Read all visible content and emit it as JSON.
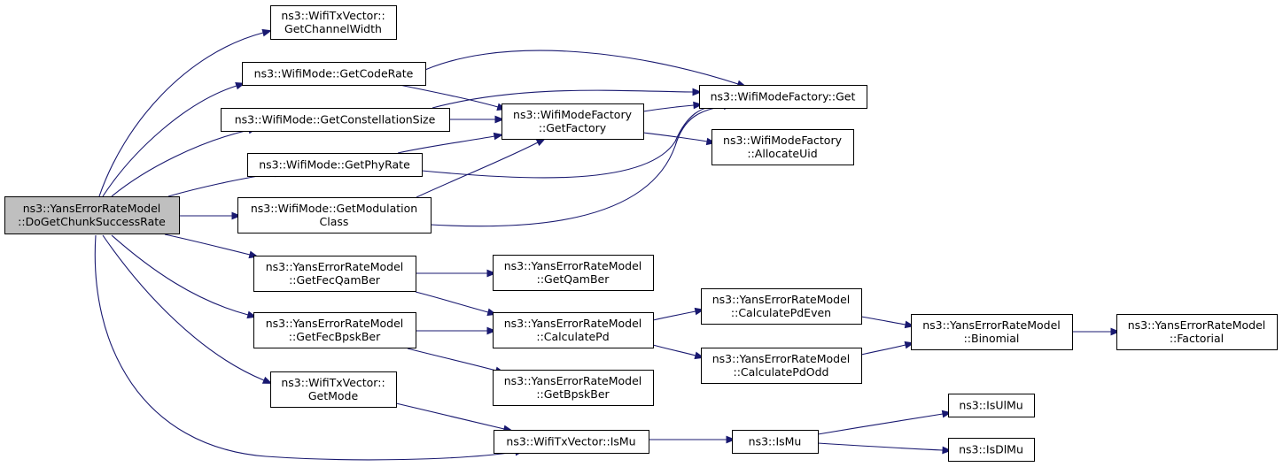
{
  "nodes": [
    {
      "id": "root",
      "lines": [
        "ns3::YansErrorRateModel",
        "::DoGetChunkSuccessRate"
      ],
      "root": true
    },
    {
      "id": "getChannelWidth",
      "lines": [
        "ns3::WifiTxVector::",
        "GetChannelWidth"
      ]
    },
    {
      "id": "getCodeRate",
      "lines": [
        "ns3::WifiMode::GetCodeRate"
      ]
    },
    {
      "id": "getConstellationSize",
      "lines": [
        "ns3::WifiMode::GetConstellationSize"
      ]
    },
    {
      "id": "getPhyRate",
      "lines": [
        "ns3::WifiMode::GetPhyRate"
      ]
    },
    {
      "id": "getModulationClass",
      "lines": [
        "ns3::WifiMode::GetModulation",
        "Class"
      ]
    },
    {
      "id": "getFecQamBer",
      "lines": [
        "ns3::YansErrorRateModel",
        "::GetFecQamBer"
      ]
    },
    {
      "id": "getFecBpskBer",
      "lines": [
        "ns3::YansErrorRateModel",
        "::GetFecBpskBer"
      ]
    },
    {
      "id": "getMode",
      "lines": [
        "ns3::WifiTxVector::",
        "GetMode"
      ]
    },
    {
      "id": "isMuTx",
      "lines": [
        "ns3::WifiTxVector::IsMu"
      ]
    },
    {
      "id": "getFactory",
      "lines": [
        "ns3::WifiModeFactory",
        "::GetFactory"
      ]
    },
    {
      "id": "factoryGet",
      "lines": [
        "ns3::WifiModeFactory::Get"
      ]
    },
    {
      "id": "allocateUid",
      "lines": [
        "ns3::WifiModeFactory",
        "::AllocateUid"
      ]
    },
    {
      "id": "getQamBer",
      "lines": [
        "ns3::YansErrorRateModel",
        "::GetQamBer"
      ]
    },
    {
      "id": "calculatePd",
      "lines": [
        "ns3::YansErrorRateModel",
        "::CalculatePd"
      ]
    },
    {
      "id": "getBpskBer",
      "lines": [
        "ns3::YansErrorRateModel",
        "::GetBpskBer"
      ]
    },
    {
      "id": "calculatePdEven",
      "lines": [
        "ns3::YansErrorRateModel",
        "::CalculatePdEven"
      ]
    },
    {
      "id": "calculatePdOdd",
      "lines": [
        "ns3::YansErrorRateModel",
        "::CalculatePdOdd"
      ]
    },
    {
      "id": "binomial",
      "lines": [
        "ns3::YansErrorRateModel",
        "::Binomial"
      ]
    },
    {
      "id": "factorial",
      "lines": [
        "ns3::YansErrorRateModel",
        "::Factorial"
      ]
    },
    {
      "id": "isMu",
      "lines": [
        "ns3::IsMu"
      ]
    },
    {
      "id": "isUlMu",
      "lines": [
        "ns3::IsUlMu"
      ]
    },
    {
      "id": "isDlMu",
      "lines": [
        "ns3::IsDlMu"
      ]
    }
  ],
  "edges": [
    {
      "from": "root",
      "to": "getChannelWidth"
    },
    {
      "from": "root",
      "to": "getCodeRate"
    },
    {
      "from": "root",
      "to": "getConstellationSize"
    },
    {
      "from": "root",
      "to": "getPhyRate"
    },
    {
      "from": "root",
      "to": "getModulationClass"
    },
    {
      "from": "root",
      "to": "getFecQamBer"
    },
    {
      "from": "root",
      "to": "getFecBpskBer"
    },
    {
      "from": "root",
      "to": "getMode"
    },
    {
      "from": "root",
      "to": "isMuTx"
    },
    {
      "from": "getCodeRate",
      "to": "getFactory"
    },
    {
      "from": "getCodeRate",
      "to": "factoryGet"
    },
    {
      "from": "getConstellationSize",
      "to": "getFactory"
    },
    {
      "from": "getConstellationSize",
      "to": "factoryGet"
    },
    {
      "from": "getPhyRate",
      "to": "getFactory"
    },
    {
      "from": "getPhyRate",
      "to": "factoryGet"
    },
    {
      "from": "getModulationClass",
      "to": "getFactory"
    },
    {
      "from": "getModulationClass",
      "to": "factoryGet"
    },
    {
      "from": "getFactory",
      "to": "factoryGet"
    },
    {
      "from": "getFactory",
      "to": "allocateUid"
    },
    {
      "from": "getFecQamBer",
      "to": "getQamBer"
    },
    {
      "from": "getFecQamBer",
      "to": "calculatePd"
    },
    {
      "from": "getFecBpskBer",
      "to": "calculatePd"
    },
    {
      "from": "getFecBpskBer",
      "to": "getBpskBer"
    },
    {
      "from": "calculatePd",
      "to": "calculatePdEven"
    },
    {
      "from": "calculatePd",
      "to": "calculatePdOdd"
    },
    {
      "from": "calculatePdEven",
      "to": "binomial"
    },
    {
      "from": "calculatePdOdd",
      "to": "binomial"
    },
    {
      "from": "binomial",
      "to": "factorial"
    },
    {
      "from": "getMode",
      "to": "isMuTx"
    },
    {
      "from": "isMuTx",
      "to": "isMu"
    },
    {
      "from": "isMu",
      "to": "isUlMu"
    },
    {
      "from": "isMu",
      "to": "isDlMu"
    }
  ]
}
